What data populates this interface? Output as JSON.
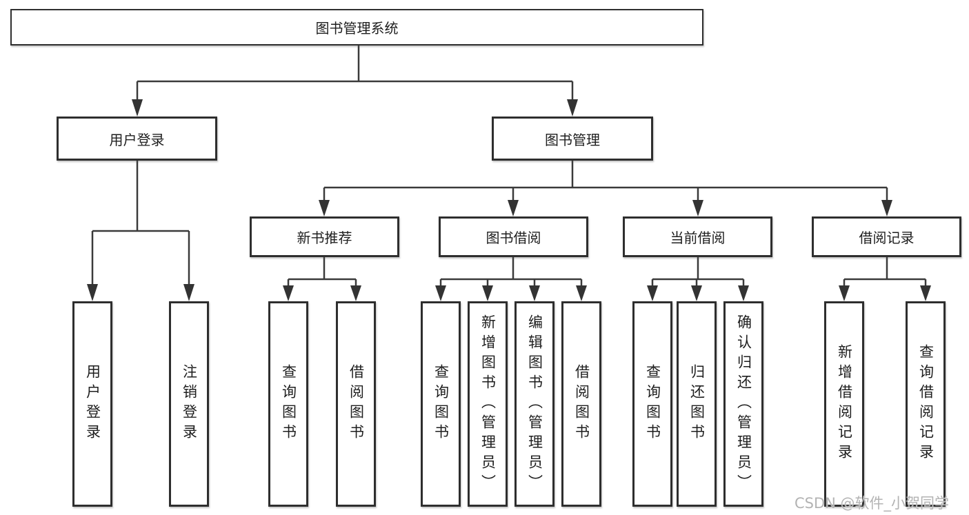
{
  "diagram": {
    "root": {
      "label": "图书管理系统"
    },
    "level2": [
      {
        "label": "用户登录",
        "children": [
          {
            "label": "用户登录"
          },
          {
            "label": "注销登录"
          }
        ]
      },
      {
        "label": "图书管理",
        "children": [
          {
            "label": "新书推荐",
            "children": [
              {
                "label": "查询图书"
              },
              {
                "label": "借阅图书"
              }
            ]
          },
          {
            "label": "图书借阅",
            "children": [
              {
                "label": "查询图书"
              },
              {
                "label": "新增图书（管理员）"
              },
              {
                "label": "编辑图书（管理员）"
              },
              {
                "label": "借阅图书"
              }
            ]
          },
          {
            "label": "当前借阅",
            "children": [
              {
                "label": "查询图书"
              },
              {
                "label": "归还图书"
              },
              {
                "label": "确认归还（管理员）"
              }
            ]
          },
          {
            "label": "借阅记录",
            "children": [
              {
                "label": "新增借阅记录"
              },
              {
                "label": "查询借阅记录"
              }
            ]
          }
        ]
      }
    ]
  },
  "watermark": {
    "text": "CSDN @软件_小贺同学"
  },
  "colors": {
    "line": "#3a3a3a",
    "border": "#2e2e2e",
    "text": "#1e1e1e",
    "watermark": "#b3b3b3",
    "background": "#ffffff"
  }
}
